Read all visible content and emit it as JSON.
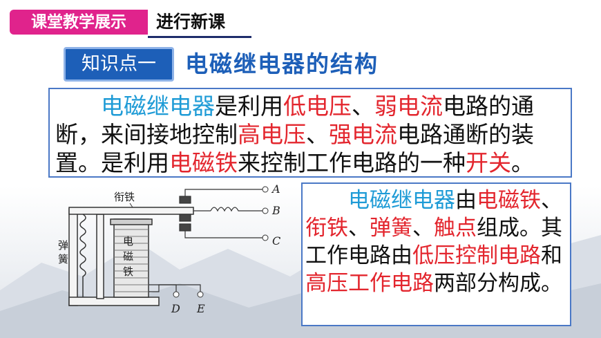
{
  "header": {
    "tag": "课堂教学展示",
    "title": "进行新课"
  },
  "knowledge_point": {
    "badge": "知识点一",
    "title": "电磁继电器的结构"
  },
  "definition": {
    "indent": "　　",
    "s1": "电磁继电器",
    "s2": "是利用",
    "s3": "低电压",
    "s4": "、",
    "s5": "弱电流",
    "s6": "电路的通断，来间接地控制",
    "s7": "高电压",
    "s8": "、",
    "s9": "强电流",
    "s10": "电路通断的装置。是利用",
    "s11": "电磁铁",
    "s12": "来控制工作电路的一种",
    "s13": "开关",
    "s14": "。"
  },
  "composition": {
    "indent": "　　",
    "s1": "电磁继电器",
    "s2": "由",
    "s3": "电磁铁",
    "s4": "、",
    "s5": "衔铁",
    "s6": "、",
    "s7": "弹簧",
    "s8": "、",
    "s9": "触点",
    "s10": "组成。其工作电路由",
    "s11": "低压控制电路",
    "s12": "和",
    "s13": "高压工作电路",
    "s14": "两部分构成。"
  },
  "diagram": {
    "armature_label": "衔铁",
    "spring_label_1": "弹",
    "spring_label_2": "簧",
    "magnet_label_1": "电",
    "magnet_label_2": "磁",
    "magnet_label_3": "铁",
    "terminal_a": "A",
    "terminal_b": "B",
    "terminal_c": "C",
    "terminal_d": "D",
    "terminal_e": "E"
  }
}
